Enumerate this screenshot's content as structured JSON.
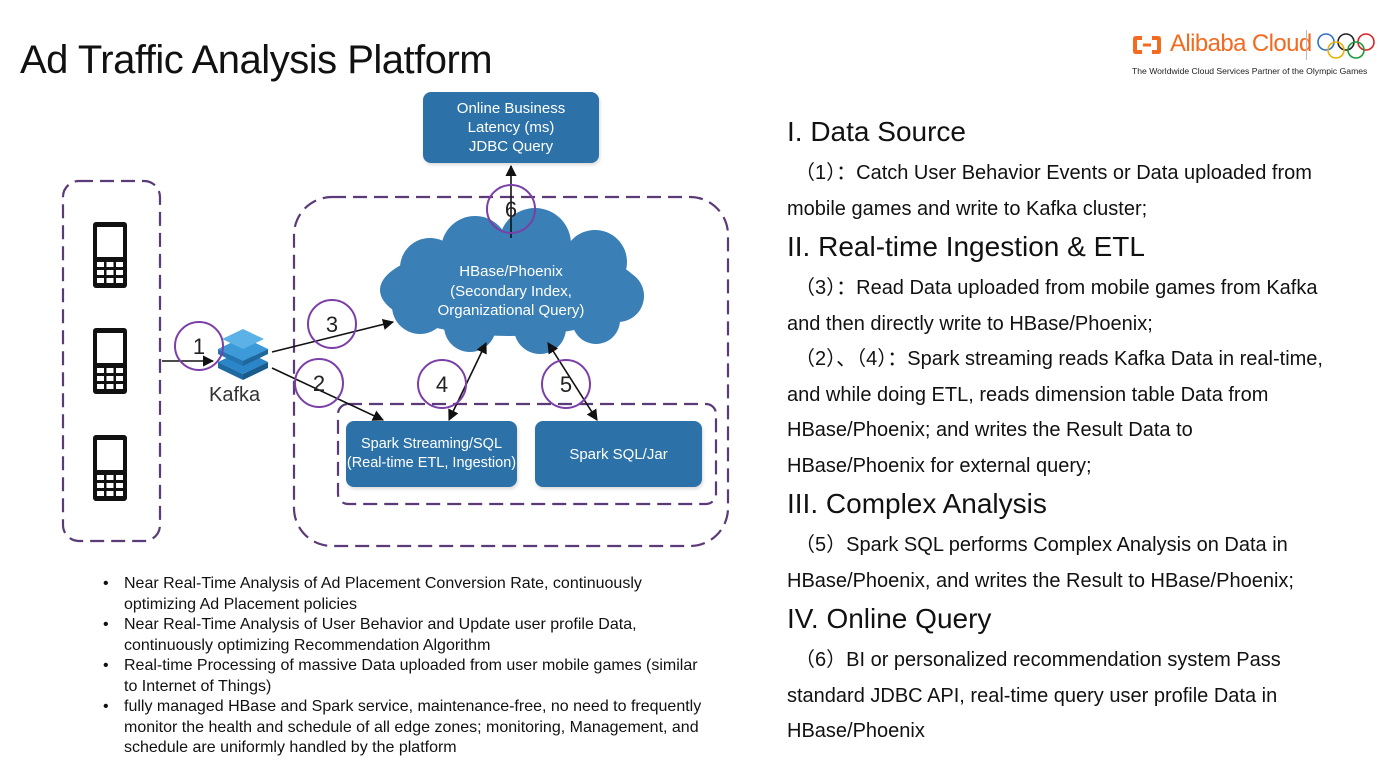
{
  "title": "Ad Traffic Analysis Platform",
  "logo": {
    "brand": "Alibaba Cloud",
    "tagline": "The Worldwide Cloud Services Partner of the Olympic Games"
  },
  "diagram": {
    "online_box": [
      "Online Business",
      "Latency (ms)",
      "JDBC Query"
    ],
    "cloud": [
      "HBase/Phoenix",
      "(Secondary Index,",
      "Organizational Query)"
    ],
    "spark_streaming_box": [
      "Spark Streaming/SQL",
      "(Real-time ETL, Ingestion)"
    ],
    "spark_sql_box": "Spark SQL/Jar",
    "kafka_label": "Kafka",
    "steps": [
      "1",
      "2",
      "3",
      "4",
      "5",
      "6"
    ]
  },
  "bullets": [
    [
      "Near Real-Time Analysis of Ad Placement Conversion Rate, continuously",
      "optimizing Ad Placement policies"
    ],
    [
      "Near Real-Time Analysis of User Behavior and Update user profile Data,",
      "continuously optimizing Recommendation Algorithm"
    ],
    [
      "Real-time Processing of massive Data uploaded from user mobile games (similar",
      "to Internet of Things)"
    ],
    [
      "fully managed HBase and Spark service, maintenance-free, no need to frequently",
      "monitor the health and schedule of all edge zones; monitoring, Management, and",
      "schedule are uniformly handled by the platform"
    ]
  ],
  "sections": [
    {
      "heading": "I. Data Source",
      "paragraphs": [
        [
          "（1）：Catch User Behavior Events or Data uploaded from",
          "mobile games and write to Kafka cluster;"
        ]
      ]
    },
    {
      "heading": "II. Real-time Ingestion & ETL",
      "paragraphs": [
        [
          "（3）：Read Data uploaded from mobile games from Kafka",
          "and then directly write to HBase/Phoenix;"
        ],
        [
          "（2）、（4）：Spark streaming reads Kafka Data in real-time,",
          "and while doing ETL, reads dimension table Data from",
          "HBase/Phoenix; and  writes the Result Data to",
          "HBase/Phoenix for external query;"
        ]
      ]
    },
    {
      "heading": "III. Complex Analysis",
      "paragraphs": [
        [
          "（5）Spark SQL performs Complex Analysis on Data in",
          "HBase/Phoenix, and writes the Result to HBase/Phoenix;"
        ]
      ]
    },
    {
      "heading": "IV. Online Query",
      "paragraphs": [
        [
          "（6）BI or personalized recommendation system Pass",
          "standard JDBC API, real-time query user profile Data in",
          "HBase/Phoenix"
        ]
      ]
    }
  ],
  "colors": {
    "box_blue": "#2c72a8",
    "cloud_blue": "#3a7fb5",
    "dashed_purple": "#5b3a78",
    "circle_purple": "#7b3fa8",
    "brand_orange": "#f26b21"
  }
}
